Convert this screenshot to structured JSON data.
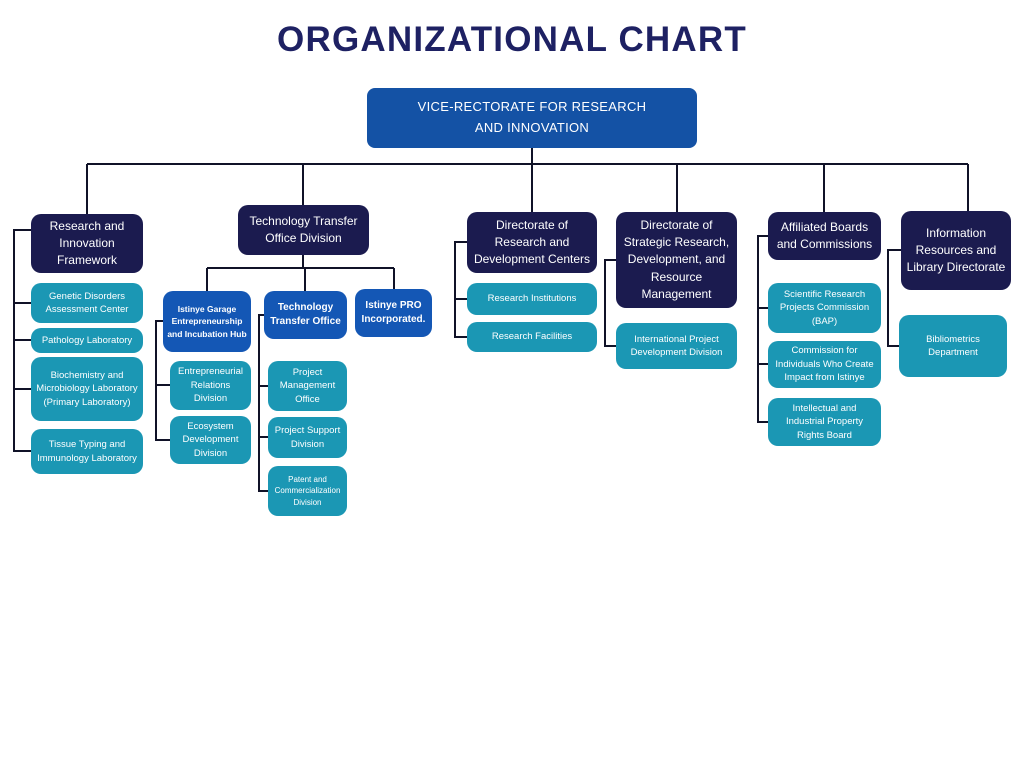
{
  "title": "ORGANIZATIONAL CHART",
  "root": {
    "label": "VICE-RECTORATE FOR RESEARCH AND INNOVATION"
  },
  "branches": [
    {
      "label": "Research and Innovation Framework",
      "children": [
        {
          "label": "Genetic Disorders Assessment Center"
        },
        {
          "label": "Pathology Laboratory"
        },
        {
          "label": "Biochemistry and Microbiology Laboratory (Primary Laboratory)"
        },
        {
          "label": "Tissue Typing and Immunology Laboratory"
        }
      ]
    },
    {
      "label": "Technology Transfer Office Division",
      "children": [
        {
          "label": "Istinye Garage Entrepreneurship and Incubation Hub",
          "children": [
            {
              "label": "Entrepreneurial Relations Division"
            },
            {
              "label": "Ecosystem Development Division"
            }
          ]
        },
        {
          "label": "Technology Transfer Office",
          "children": [
            {
              "label": "Project Management Office"
            },
            {
              "label": "Project Support Division"
            },
            {
              "label": "Patent and Commercialization Division"
            }
          ]
        },
        {
          "label": "Istinye PRO Incorporated."
        }
      ]
    },
    {
      "label": "Directorate of Research and Development Centers",
      "children": [
        {
          "label": "Research Institutions"
        },
        {
          "label": "Research Facilities"
        }
      ]
    },
    {
      "label": "Directorate of Strategic Research, Development, and Resource Management",
      "children": [
        {
          "label": "International Project Development Division"
        }
      ]
    },
    {
      "label": "Affiliated Boards and Commissions",
      "children": [
        {
          "label": "Scientific Research Projects Commission (BAP)"
        },
        {
          "label": "Commission for Individuals Who Create Impact from Istinye"
        },
        {
          "label": "Intellectual and Industrial Property Rights Board"
        }
      ]
    },
    {
      "label": "Information Resources and Library Directorate",
      "children": [
        {
          "label": "Bibliometrics Department"
        }
      ]
    }
  ],
  "colors": {
    "background": "#ffffff",
    "title": "#1e2163",
    "root_box": "#1452a5",
    "branch_box": "#1b1b4f",
    "sub_branch_box": "#1457b5",
    "leaf_box": "#1b97b4",
    "connector": "#101228"
  }
}
